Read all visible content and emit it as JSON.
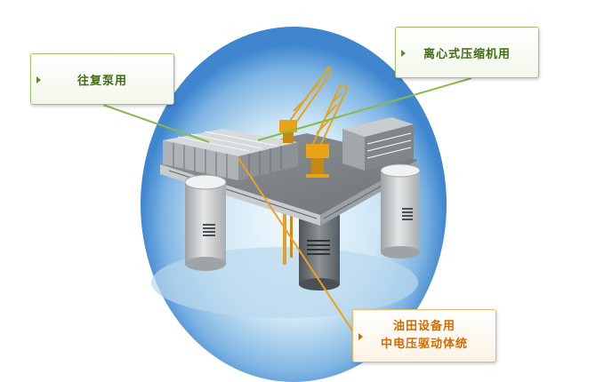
{
  "callouts": {
    "reciprocating_pump": {
      "label": "往复泵用"
    },
    "centrifugal_compressor": {
      "label": "离心式压缩机用"
    },
    "oilfield_drive": {
      "line1": "油田设备用",
      "line2": "中电压驱动体统"
    }
  },
  "colors": {
    "green_leader": "#8ab84a",
    "orange_leader": "#f0a020",
    "circle_outer": "#3f86cf",
    "circle_inner": "#d6ecf8",
    "crane": "#e8a316"
  }
}
